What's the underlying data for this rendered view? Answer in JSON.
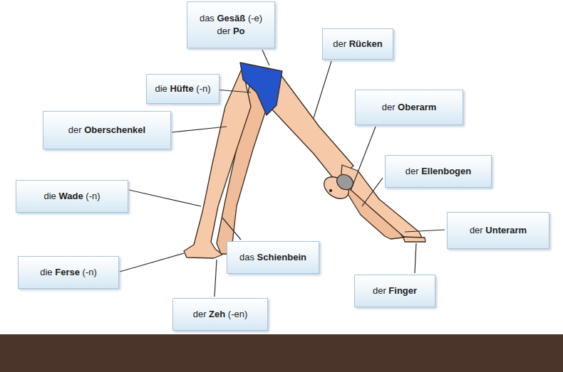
{
  "diagram": {
    "nodes": [
      {
        "text": [
          "das Gesäß (-e)",
          "der Po"
        ]
      },
      {
        "text": [
          "der Rücken"
        ]
      },
      {
        "text": [
          "die Hüfte (-n)"
        ]
      },
      {
        "text": [
          "der Oberarm"
        ]
      },
      {
        "text": [
          "der Oberschenkel"
        ]
      },
      {
        "text": [
          "der Ellenbogen"
        ]
      },
      {
        "text": [
          "die Wade (-n)"
        ]
      },
      {
        "text": [
          "der Unterarm"
        ]
      },
      {
        "text": [
          "das Schienbein"
        ]
      },
      {
        "text": [
          "die Ferse (-n)"
        ]
      },
      {
        "text": [
          "der Finger"
        ]
      },
      {
        "text": [
          "der Zeh (-en)"
        ]
      }
    ]
  }
}
